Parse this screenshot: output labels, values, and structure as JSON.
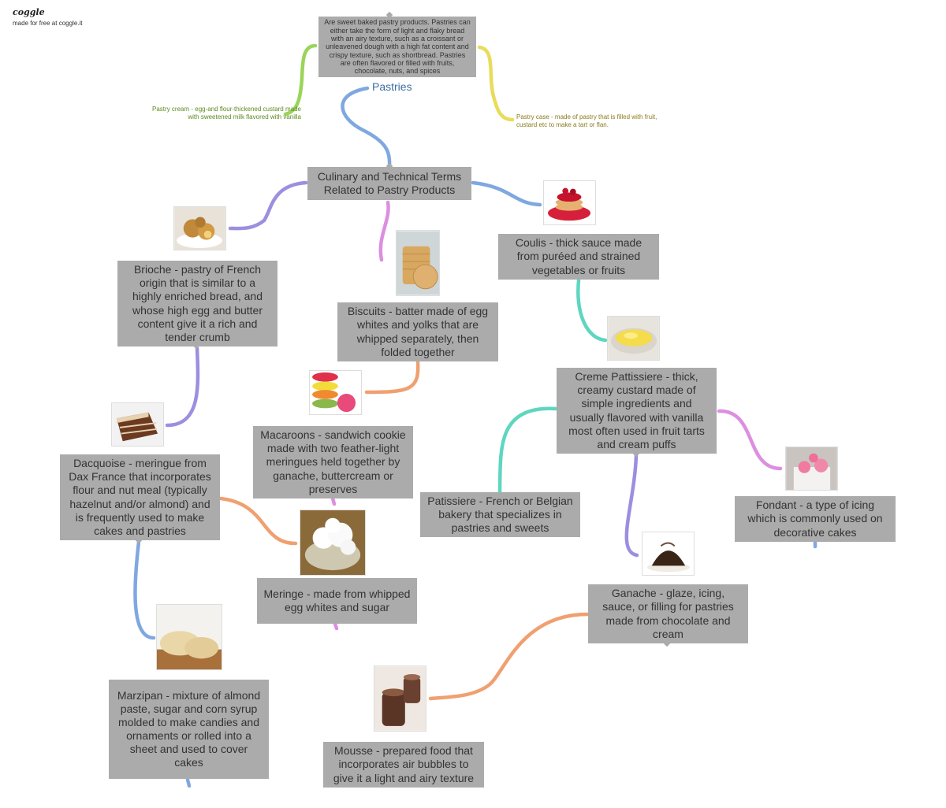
{
  "brand": {
    "name": "coggle",
    "tagline": "made for free at coggle.it"
  },
  "root": {
    "label": "Pastries"
  },
  "definition": "Are sweet baked pastry products. Pastries can either take the form of light and flaky bread with an airy texture, such as a croissant or unleavened dough with a high fat content and crispy texture, such as shortbread. Pastries are often flavored or filled with fruits, chocolate, nuts, and spices",
  "notes": {
    "pastry_cream": "Pastry cream - egg-and flour-thickened custard made with sweetened milk flavored with vanilla",
    "pastry_case": "Pastry case - made of pastry that is filled with fruit, custard etc to make a tart or flan."
  },
  "nodes": {
    "culinary": "Culinary and Technical Terms Related to Pastry Products",
    "brioche": "Brioche - pastry of French origin that is similar to a highly enriched bread, and whose high egg and butter content give it a rich and tender crumb",
    "biscuits": "Biscuits - batter made of egg whites and yolks that are whipped separately, then folded together",
    "coulis": "Coulis - thick sauce made from puréed and strained vegetables or fruits",
    "creme": "Creme Pattissiere - thick, creamy custard made of simple ingredients and usually flavored with vanilla most often used in fruit tarts and cream puffs",
    "dacquoise": "Dacquoise - meringue from Dax France that incorporates flour and nut meal (typically hazelnut and/or almond) and is frequently used to make cakes and pastries",
    "macaroons": "Macaroons - sandwich cookie made with two feather-light meringues held together by ganache, buttercream or preserves",
    "patissiere": "Patissiere - French or Belgian bakery that specializes in pastries and sweets",
    "fondant": "Fondant - a type of icing which is commonly used on decorative cakes",
    "meringe": "Meringe - made from whipped egg whites and sugar",
    "ganache": "Ganache - glaze, icing, sauce, or filling for pastries made from chocolate and cream",
    "marzipan": "Marzipan - mixture of almond paste, sugar and corn syrup molded to make candies and ornaments or rolled into a sheet and used to cover cakes",
    "mousse": "Mousse - prepared food that incorporates air bubbles to give it a light and airy texture"
  },
  "colors": {
    "node_bg": "#ababab",
    "node_text": "#333333",
    "root_text": "#3a6ea5",
    "green": "#9ad45a",
    "yellow": "#e8dc5a",
    "blue": "#7fa8e0",
    "purple": "#9b8fe0",
    "pink": "#dc8fe0",
    "teal": "#5fd6c0",
    "orange": "#f0a070"
  }
}
